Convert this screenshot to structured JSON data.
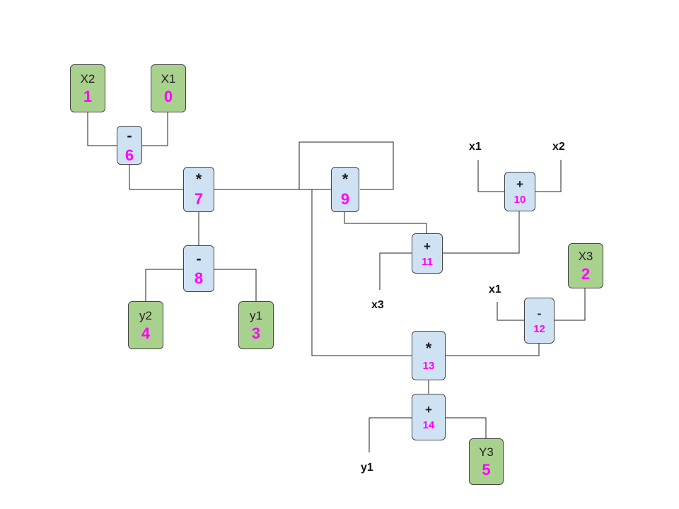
{
  "input_nodes": [
    {
      "id": "x2",
      "label": "X2",
      "index": "1"
    },
    {
      "id": "x1",
      "label": "X1",
      "index": "0"
    },
    {
      "id": "y2",
      "label": "y2",
      "index": "4"
    },
    {
      "id": "y1",
      "label": "y1",
      "index": "3"
    },
    {
      "id": "x3",
      "label": "X3",
      "index": "2"
    },
    {
      "id": "y3",
      "label": "Y3",
      "index": "5"
    }
  ],
  "op_nodes": [
    {
      "id": "op6",
      "label": "-",
      "index": "6"
    },
    {
      "id": "op7",
      "label": "*",
      "index": "7"
    },
    {
      "id": "op8",
      "label": "-",
      "index": "8"
    },
    {
      "id": "op9",
      "label": "*",
      "index": "9"
    },
    {
      "id": "op10",
      "label": "+",
      "index": "10"
    },
    {
      "id": "op11",
      "label": "+",
      "index": "11"
    },
    {
      "id": "op12",
      "label": "-",
      "index": "12"
    },
    {
      "id": "op13",
      "label": "*",
      "index": "13"
    },
    {
      "id": "op14",
      "label": "+",
      "index": "14"
    }
  ],
  "references": [
    {
      "id": "ref-x1-top",
      "text": "x1"
    },
    {
      "id": "ref-x2-top",
      "text": "x2"
    },
    {
      "id": "ref-x3",
      "text": "x3"
    },
    {
      "id": "ref-x1-mid",
      "text": "x1"
    },
    {
      "id": "ref-y1",
      "text": "y1"
    }
  ],
  "colors": {
    "input_fill": "#a9d18e",
    "op_fill": "#cfe2f3",
    "index_text": "#ff00ff",
    "wire": "#222222"
  }
}
